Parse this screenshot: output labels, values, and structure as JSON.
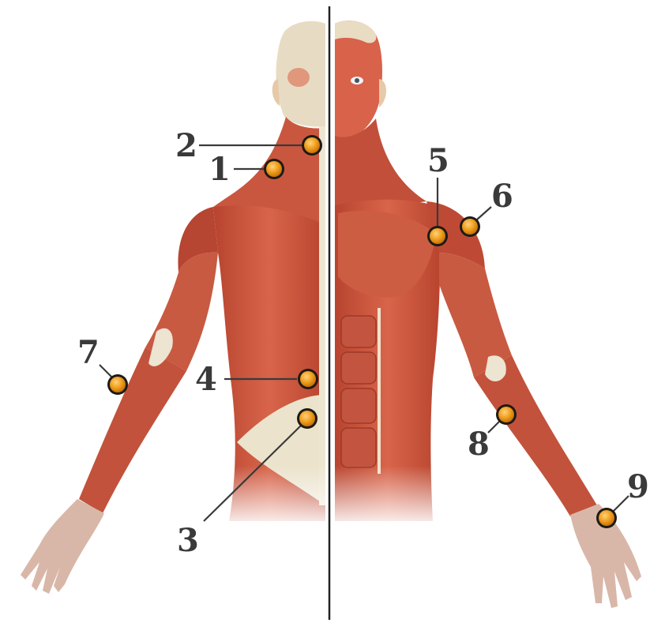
{
  "figure": {
    "views": [
      "back",
      "front"
    ],
    "colors": {
      "muscle": "#c8553d",
      "muscle_dark": "#8e2e1f",
      "tendon": "#ece6d8",
      "divider": "#222222",
      "marker_fill": "#f0a020",
      "marker_ring": "#1e1a16",
      "label_text": "#3a3a3a"
    }
  },
  "points": [
    {
      "id": "1",
      "label": "1"
    },
    {
      "id": "2",
      "label": "2"
    },
    {
      "id": "3",
      "label": "3"
    },
    {
      "id": "4",
      "label": "4"
    },
    {
      "id": "5",
      "label": "5"
    },
    {
      "id": "6",
      "label": "6"
    },
    {
      "id": "7",
      "label": "7"
    },
    {
      "id": "8",
      "label": "8"
    },
    {
      "id": "9",
      "label": "9"
    }
  ]
}
